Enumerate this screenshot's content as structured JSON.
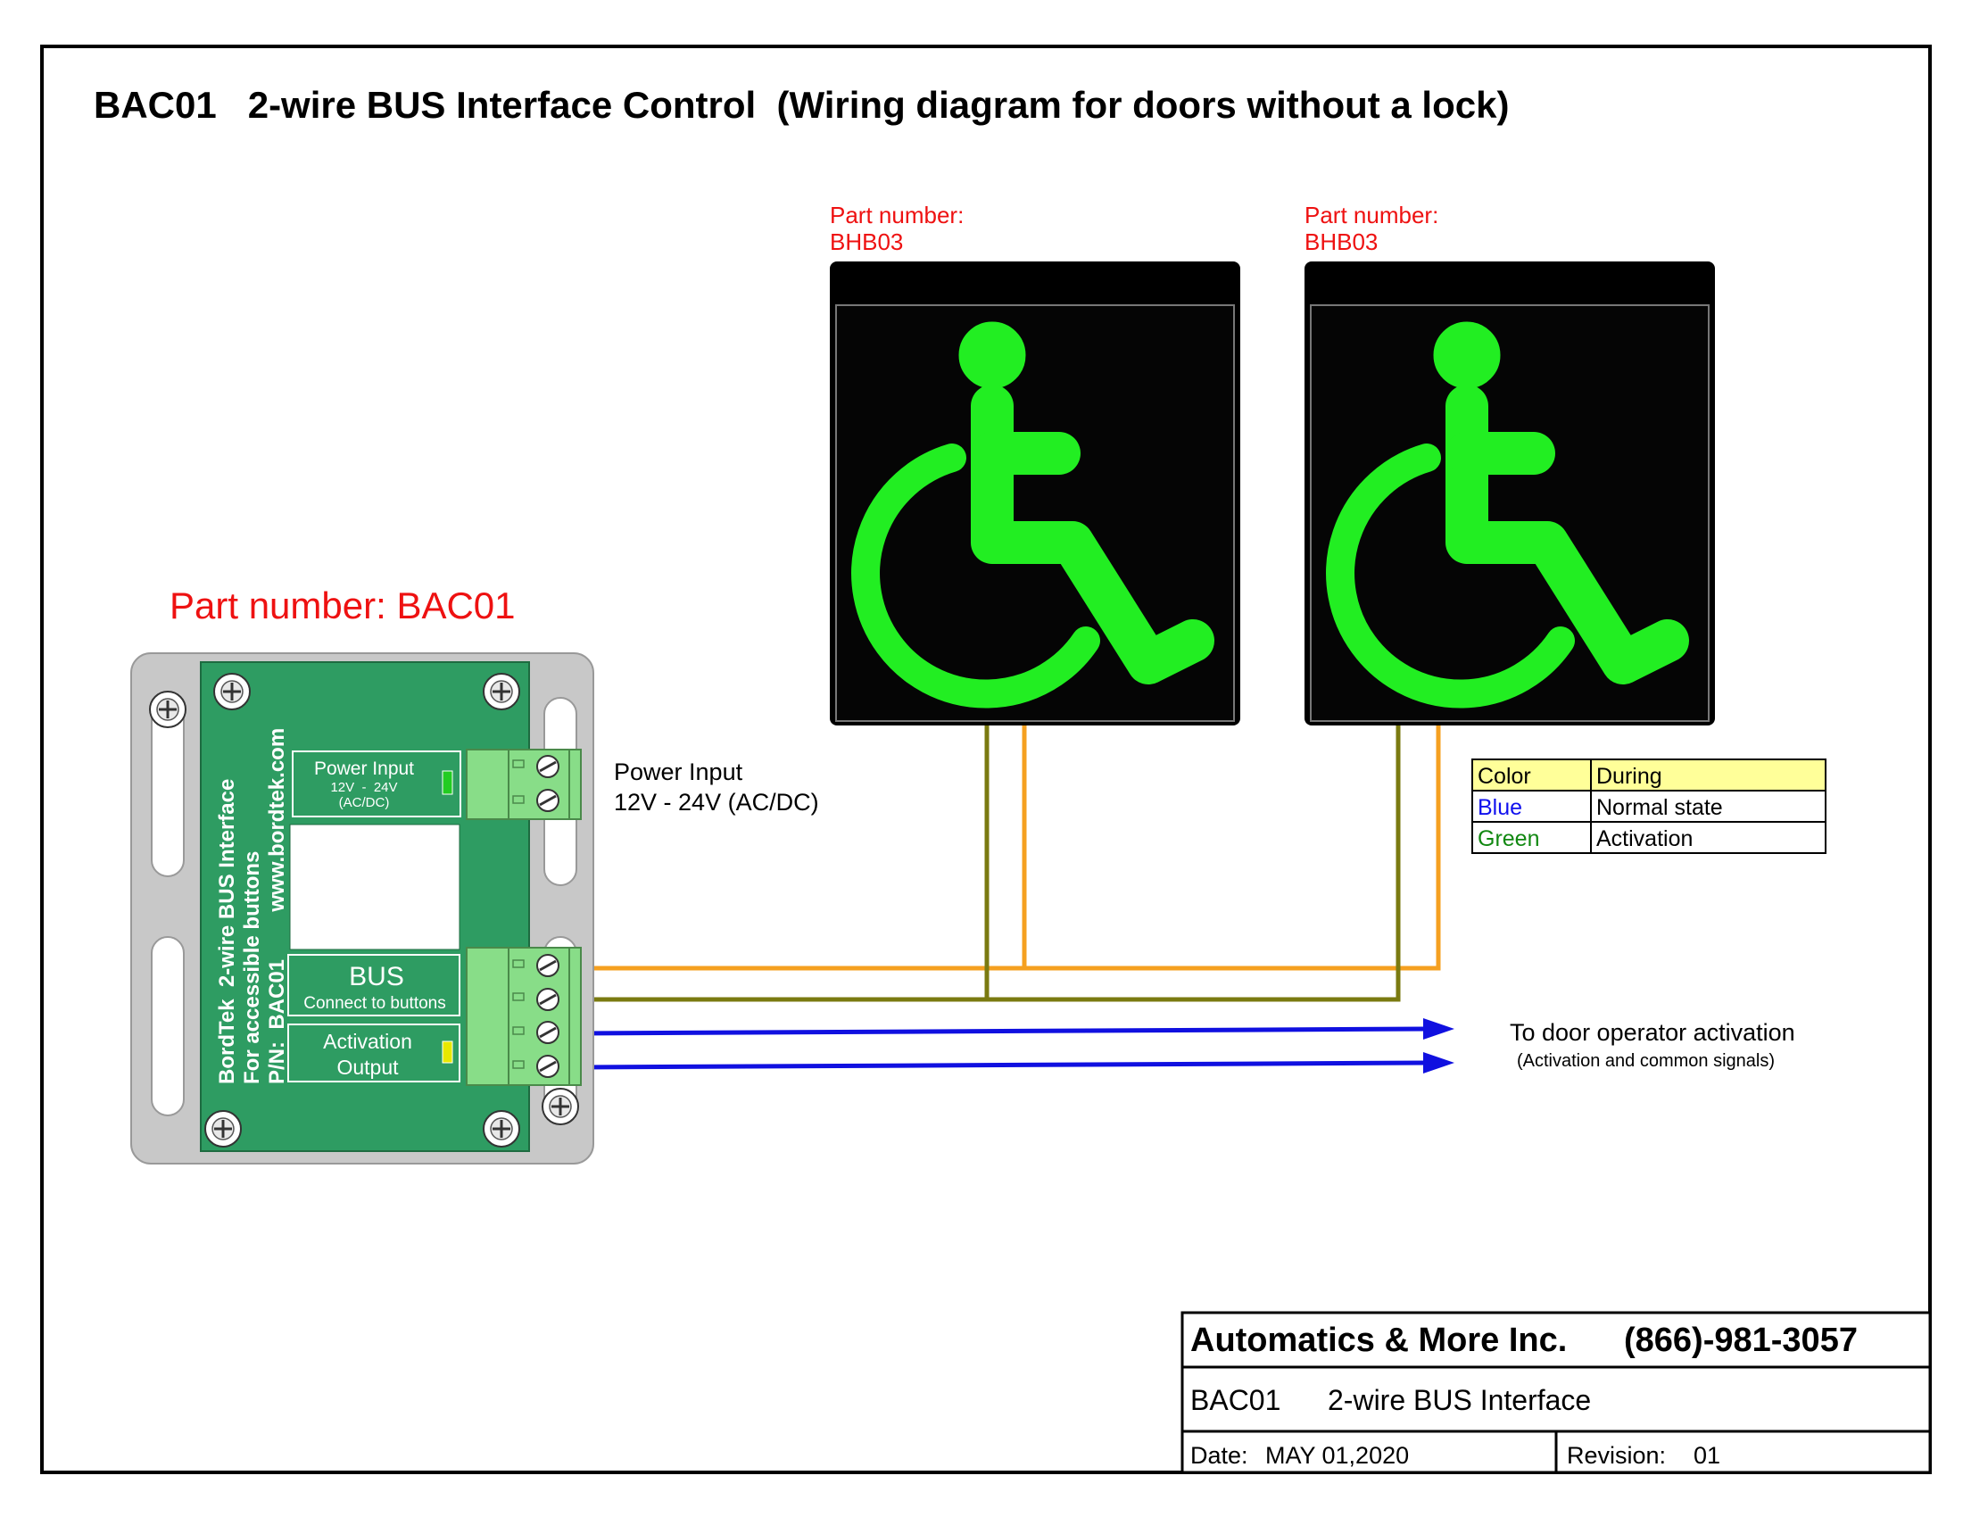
{
  "title": "BAC01   2-wire BUS Interface Control  (Wiring diagram for doors without a lock)",
  "module": {
    "part_label": "Part number: BAC01",
    "side_text_1": "BordTek  2-wire BUS Interface",
    "side_text_2": "For accessible buttons",
    "side_text_3": "P/N:  BAC01        www.bordtek.com",
    "power_box_title": "Power Input",
    "power_box_volt": "12V  -  24V",
    "power_box_acdc": "(AC/DC)",
    "bus_title": "BUS",
    "bus_sub": "Connect to buttons",
    "act_line1": "Activation",
    "act_line2": "Output",
    "power_led_color": "#22cc22",
    "activation_led_color": "#e8e800"
  },
  "power_input": {
    "line1": "Power Input",
    "line2": "12V - 24V (AC/DC)"
  },
  "buttons": [
    {
      "label_line1": "Part number:",
      "label_line2": "BHB03",
      "icon": "wheelchair-icon"
    },
    {
      "label_line1": "Part number:",
      "label_line2": "BHB03",
      "icon": "wheelchair-icon"
    }
  ],
  "legend": {
    "header_color": "Color",
    "header_during": "During",
    "row1_color": "Blue",
    "row1_during": "Normal state",
    "row2_color": "Green",
    "row2_during": "Activation"
  },
  "door_operator": {
    "line1": "To door operator activation",
    "line2": "(Activation and common signals)"
  },
  "title_block": {
    "company": "Automatics & More Inc.",
    "phone": "(866)-981-3057",
    "part": "BAC01",
    "description": "2-wire BUS Interface",
    "date_label": "Date:",
    "date": "MAY 01,2020",
    "revision_label": "Revision:",
    "revision": "01"
  },
  "colors": {
    "label_red": "#ee1111",
    "wire_orange": "#f5a020",
    "wire_olive": "#7a7a10",
    "wire_blue": "#1010e0",
    "pcb_green": "#2e9c62",
    "terminal_green": "#88dd88",
    "icon_green": "#22ee22",
    "legend_yellow": "#ffff99",
    "legend_blue_text": "#1010ee",
    "legend_green_text": "#118811"
  }
}
